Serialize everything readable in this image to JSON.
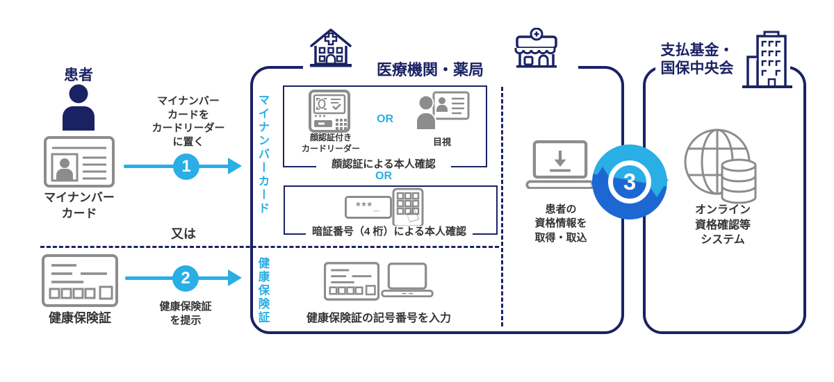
{
  "colors": {
    "navy": "#1a2263",
    "cyan": "#29aee5",
    "blue": "#1d67d3",
    "gray": "#8c8c8c",
    "dark": "#333333"
  },
  "icons": {
    "finger": "☝"
  },
  "patient": {
    "title": "患者",
    "mynumber_label": "マイナンバー\nカード",
    "insurance_label": "健康保険証"
  },
  "steps": {
    "step1": {
      "num": "1",
      "label": "マイナンバー\nカードを\nカードリーダー\nに置く"
    },
    "or": "又は",
    "step2": {
      "num": "2",
      "label": "健康保険証\nを提示"
    },
    "step3": {
      "num": "3"
    }
  },
  "medical": {
    "title": "医療機関・薬局",
    "section_mynumber": "マイナンバーカード",
    "section_insurance": "健康保険証",
    "face": {
      "reader_label": "顔認証付き\nカードリーダー",
      "or": "OR",
      "visual_label": "目視",
      "caption": "顔認証による本人確認"
    },
    "or_between": "OR",
    "pin": {
      "masked": "***_",
      "caption": "暗証番号（4 桁）による本人確認"
    },
    "insurance_caption": "健康保険証の記号番号を入力",
    "acquire_label": "患者の\n資格情報を\n取得・取込"
  },
  "payer": {
    "title": "支払基金・\n国保中央会",
    "system_label": "オンライン\n資格確認等\nシステム"
  }
}
